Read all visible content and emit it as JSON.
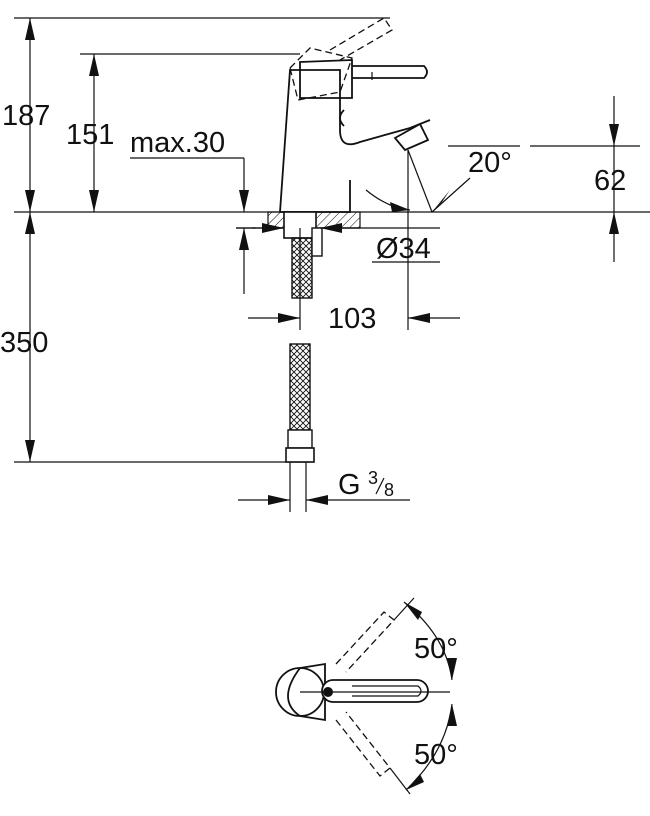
{
  "side_view": {
    "dim_total_height": "187",
    "dim_spout_height": "151",
    "dim_max_thickness": "max.30",
    "dim_angle": "20°",
    "dim_spout_to_deck": "62",
    "dim_hole_diameter": "Ø34",
    "dim_projection": "103",
    "dim_hose_length": "350",
    "thread_prefix": "G",
    "thread_num": "3",
    "thread_den": "8"
  },
  "top_view": {
    "angle_top": "50°",
    "angle_bottom": "50°"
  },
  "colors": {
    "line": "#111111",
    "background": "#ffffff"
  }
}
